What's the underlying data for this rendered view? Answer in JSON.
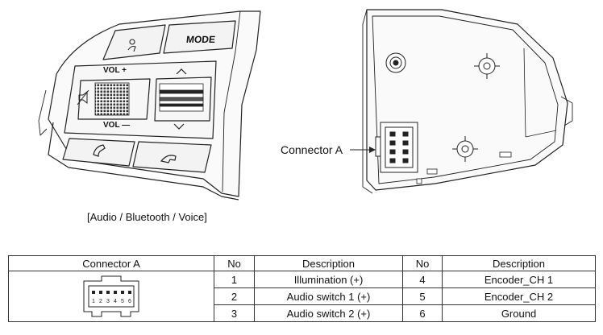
{
  "figure": {
    "left_caption": "[Audio / Bluetooth / Voice]",
    "connector_label": "Connector A",
    "buttons": {
      "mode": "MODE",
      "vol_up": "VOL +",
      "vol_down": "VOL —"
    }
  },
  "table": {
    "headers": [
      "Connector A",
      "No",
      "Description",
      "No",
      "Description"
    ],
    "pin_numbers": [
      "1",
      "2",
      "3",
      "4",
      "5",
      "6"
    ],
    "rows": [
      {
        "no1": "1",
        "desc1": "Illumination (+)",
        "no2": "4",
        "desc2": "Encoder_CH 1"
      },
      {
        "no1": "2",
        "desc1": "Audio switch 1 (+)",
        "no2": "5",
        "desc2": "Encoder_CH 2"
      },
      {
        "no1": "3",
        "desc1": "Audio switch  2 (+)",
        "no2": "6",
        "desc2": "Ground"
      }
    ]
  }
}
